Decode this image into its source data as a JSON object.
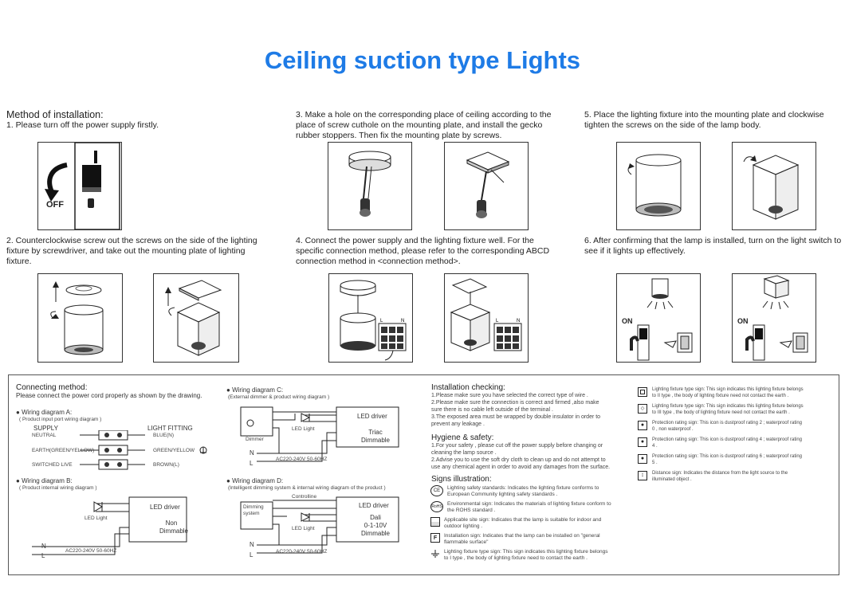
{
  "title": "Ceiling suction type Lights",
  "install": {
    "method": "Method of installation:",
    "step1": "1. Please turn off the power supply firstly.",
    "off": "OFF",
    "step2": [
      "2. Counterclockwise screw out the screws on the side of the lighting",
      "fixture by screwdriver, and take out the mounting plate of lighting",
      "fixture."
    ],
    "step3": [
      "3. Make a hole on the corresponding place of ceiling according to the",
      "place of screw cuthole on the mounting plate, and install the gecko",
      "rubber stoppers. Then fix the mounting plate by screws."
    ],
    "step4": [
      "4. Connect the power supply and the lighting fixture well. For the",
      "specific connection method, please refer to the corresponding ABCD",
      "connection method in <connection method>."
    ],
    "step5": [
      "5. Place the lighting fixture into the mounting plate and clockwise",
      "tighten the screws on the side of the lamp body."
    ],
    "step6": [
      "6. After confirming that the lamp is installed, turn on the light switch to",
      "see if it lights up effectively."
    ],
    "on": "ON"
  },
  "connecting": {
    "heading": "Connecting method:",
    "note": "Please connect the power cord properly as shown by the drawing.",
    "diagA": {
      "title": "Wiring diagram A:",
      "sub": "( Product input port wiring diagram )",
      "supply": "SUPPLY",
      "fitting": "LIGHT FITTING",
      "rows": [
        {
          "left": "NEUTRAL",
          "right": "BLUE(N)"
        },
        {
          "left": "EARTH(GREEN/YELLOW)",
          "right": "GREEN/YELLOW"
        },
        {
          "left": "SWITCHED LIVE",
          "right": "BROWN(L)"
        }
      ]
    },
    "diagB": {
      "title": "Wiring diagram B:",
      "sub": "( Product internal wiring diagram )",
      "driver": "LED driver",
      "mode": [
        "Non",
        "Dimmable"
      ],
      "led": "LED Light",
      "n": "N",
      "l": "L",
      "ac": "AC220-240V 50-60HZ"
    },
    "diagC": {
      "title": "Wiring diagram C:",
      "sub": "(External dimmer & product wiring diagram )",
      "driver": "LED driver",
      "mode": [
        "Triac",
        "Dimmable"
      ],
      "led": "LED Light",
      "dimmer": "Dimmer",
      "n": "N",
      "l": "L",
      "ac": "AC220-240V 50-60HZ"
    },
    "diagD": {
      "title": "Wiring diagram D:",
      "sub": "(Intelligent dimming system & internal wiring diagram of the product )",
      "driver": "LED driver",
      "mode": [
        "Dali",
        "0-1-10V",
        "Dimmable"
      ],
      "led": "LED Light",
      "system": [
        "Dimming",
        "system"
      ],
      "controlline": "Controlline",
      "n": "N",
      "l": "L",
      "ac": "AC220-240V 50-60HZ"
    }
  },
  "checking": {
    "heading": "Installation checking:",
    "lines": [
      "1.Please make sure you have selected the correct type of wire .",
      "2.Please make sure the connection is correct and firmed ,also make",
      "sure there is no cable left outside of the terminal .",
      "3.The exposed area must be wrapped by double insulator in order to",
      "prevent any leakage ."
    ]
  },
  "safety": {
    "heading": "Hygiene & safety:",
    "lines": [
      "1.For your safety , please cut off the power supply before changing or",
      "cleaning the lamp source .",
      "2.Advise you to use the soft dry cloth to clean up and do not attempt to",
      "use any chemical agent in order to avoid any damages from the surface."
    ]
  },
  "signs": {
    "heading": "Signs illustration:",
    "left": [
      {
        "icon": "CE",
        "text": [
          "Lighting safety standards: Indicates the lighting fixture conforms to",
          "European Community lighting safety standards ."
        ]
      },
      {
        "icon": "RoHS",
        "text": [
          "Environmental sign: Indicates the materials of lighting fixture conform to",
          "the ROHS standard ."
        ]
      },
      {
        "icon": "",
        "text": [
          "Applicable site sign: Indicates that the lamp is suitable for indoor and",
          "outdoor lighting ."
        ]
      },
      {
        "icon": "F",
        "text": [
          "Installation sign: Indicates that the lamp can be installed on \"general",
          "flammable surface\""
        ]
      },
      {
        "icon": "",
        "text": [
          "Lighting fixture type sign: This sign indicates this lighting fixture belongs",
          "to I type , the body of lighting fixture need to contact the earth ."
        ]
      }
    ],
    "right": [
      {
        "icon": "",
        "text": [
          "Lighting fixture type sign: This sign indicates this lighting fixture belongs",
          "to II type , the body of lighting fixture need not contact the earth ."
        ]
      },
      {
        "icon": "",
        "text": [
          "Lighting fixture type sign: This sign indicates this lighting fixture belongs",
          "to III type , the body of lighting fixture need not contact the earth ."
        ]
      },
      {
        "icon": "",
        "text": [
          "Protection rating sign: This icon is dustproof rating 2 ; waterproof rating",
          "0 , non waterproof ."
        ]
      },
      {
        "icon": "",
        "text": [
          "Protection rating sign: This icon is dustproof rating 4 ; waterproof rating",
          "4 ."
        ]
      },
      {
        "icon": "",
        "text": [
          "Protection rating sign: This icon is dustproof rating 6 ; waterproof rating",
          "5 ."
        ]
      },
      {
        "icon": "",
        "text": [
          "Distance sign: Indicates the distance from the light source to the",
          "illuminated object ."
        ]
      }
    ]
  }
}
